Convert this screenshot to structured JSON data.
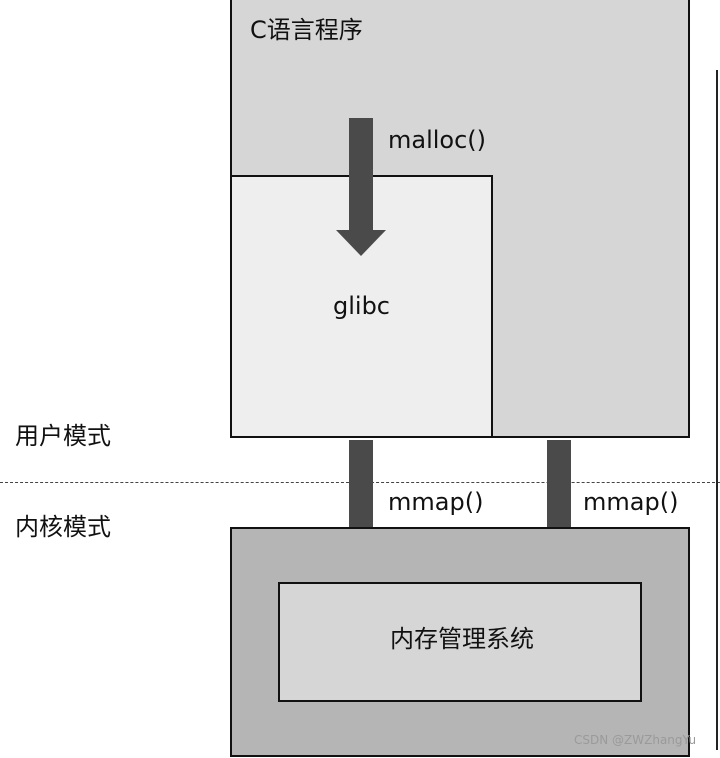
{
  "diagram": {
    "c_program": {
      "title": "C语言程序"
    },
    "glibc": {
      "label": "glibc"
    },
    "arrows": {
      "malloc": {
        "label": "malloc()"
      },
      "mmap_left": {
        "label": "mmap()"
      },
      "mmap_right": {
        "label": "mmap()"
      }
    },
    "modes": {
      "user": "用户模式",
      "kernel": "内核模式"
    },
    "kernel": {
      "memory_management": {
        "label": "内存管理系统"
      }
    }
  },
  "watermark": "CSDN @ZWZhangYu",
  "colors": {
    "c_program_fill": "#d6d6d6",
    "glibc_fill": "#eeeeee",
    "kernel_fill": "#b5b5b5",
    "memory_fill": "#d6d6d6",
    "arrow_fill": "#4a4a4a"
  }
}
